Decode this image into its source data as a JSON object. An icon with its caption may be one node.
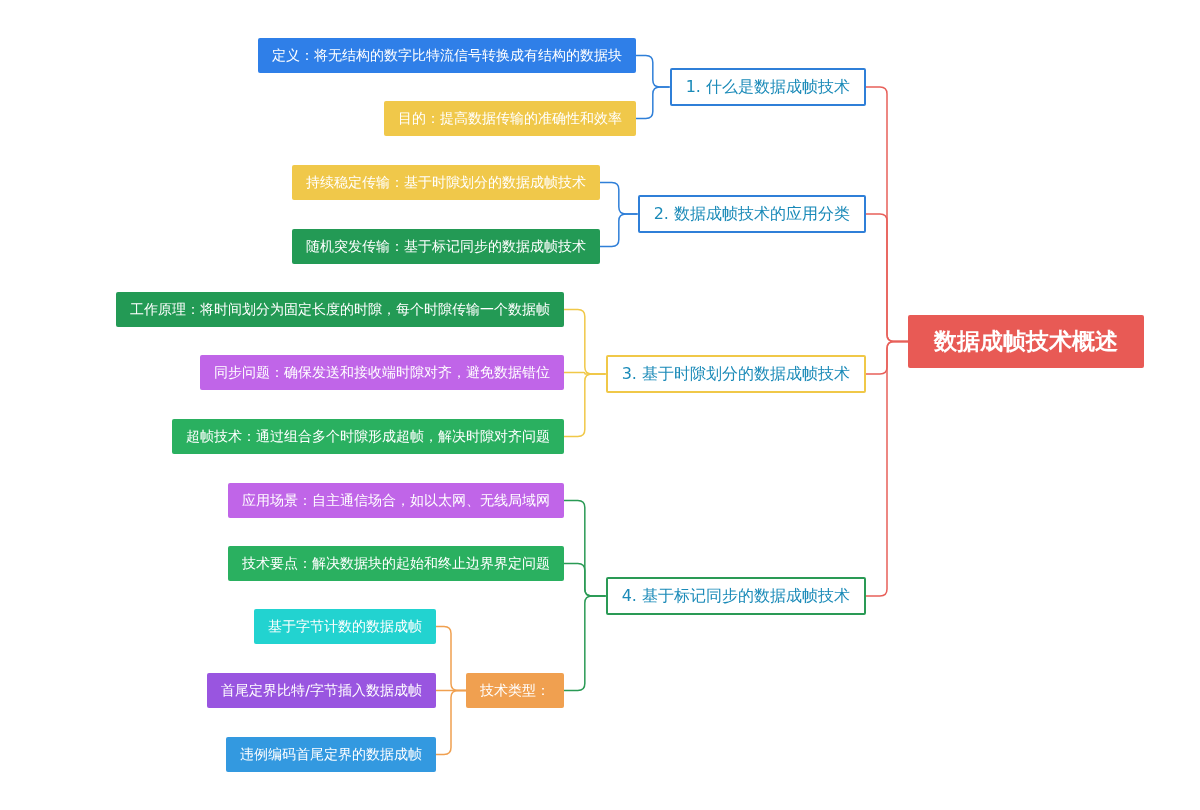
{
  "diagram": {
    "nodes": [
      {
        "text": [
          "数据成帧技术概述"
        ]
      },
      {
        "text": [
          "1. 什么是数据成帧技术"
        ]
      },
      {
        "text": [
          "定义：将无结构的数字比特流信号转换成有结构的数据块"
        ]
      },
      {
        "text": [
          "目的：提高数据传输的准确性和效率"
        ]
      },
      {
        "text": [
          "2. 数据成帧技术的应用分类"
        ]
      },
      {
        "text": [
          "持续稳定传输：基于时隙划分的数据成帧技术"
        ]
      },
      {
        "text": [
          "随机突发传输：基于标记同步的数据成帧技术"
        ]
      },
      {
        "text": [
          "3. 基于时隙划分的数据成帧技术"
        ]
      },
      {
        "text": [
          "工作原理：将时间划分为固定长度的时隙，每个时隙传输一个数据帧"
        ]
      },
      {
        "text": [
          "同步问题：确保发送和接收端时隙对齐，避免数据错位"
        ]
      },
      {
        "text": [
          "超帧技术：通过组合多个时隙形成超帧，解决时隙对齐问题"
        ]
      },
      {
        "text": [
          "4. 基于标记同步的数据成帧技术"
        ]
      },
      {
        "text": [
          "应用场景：自主通信场合，如以太网、无线局域网"
        ]
      },
      {
        "text": [
          "技术要点：解决数据块的起始和终止边界界定问题"
        ]
      },
      {
        "text": [
          "技术类型："
        ]
      },
      {
        "text": [
          "基于字节计数的数据成帧"
        ]
      },
      {
        "text": [
          "首尾定界比特/字节插入数据成帧"
        ]
      },
      {
        "text": [
          "违例编码首尾定界的数据成帧"
        ]
      }
    ],
    "edges": [
      {
        "from": 0,
        "to": 1,
        "arrow": "none",
        "color": "#e8605a"
      },
      {
        "from": 0,
        "to": 4,
        "arrow": "none",
        "color": "#e8605a"
      },
      {
        "from": 0,
        "to": 7,
        "arrow": "none",
        "color": "#e8605a"
      },
      {
        "from": 0,
        "to": 11,
        "arrow": "none",
        "color": "#e8605a"
      },
      {
        "from": 1,
        "to": 2,
        "arrow": "none",
        "color": "#2f7fd8"
      },
      {
        "from": 1,
        "to": 3,
        "arrow": "none",
        "color": "#2f7fd8"
      },
      {
        "from": 4,
        "to": 5,
        "arrow": "none",
        "color": "#2f7fd8"
      },
      {
        "from": 4,
        "to": 6,
        "arrow": "none",
        "color": "#2f7fd8"
      },
      {
        "from": 7,
        "to": 8,
        "arrow": "none",
        "color": "#f0c848"
      },
      {
        "from": 7,
        "to": 9,
        "arrow": "none",
        "color": "#f0c848"
      },
      {
        "from": 7,
        "to": 10,
        "arrow": "none",
        "color": "#f0c848"
      },
      {
        "from": 11,
        "to": 12,
        "arrow": "none",
        "color": "#2a9a55"
      },
      {
        "from": 11,
        "to": 13,
        "arrow": "none",
        "color": "#2a9a55"
      },
      {
        "from": 11,
        "to": 14,
        "arrow": "none",
        "color": "#2a9a55"
      },
      {
        "from": 14,
        "to": 15,
        "arrow": "none",
        "color": "#f0a050"
      },
      {
        "from": 14,
        "to": 16,
        "arrow": "none",
        "color": "#f0a050"
      },
      {
        "from": 14,
        "to": 17,
        "arrow": "none",
        "color": "#f0a050"
      }
    ]
  }
}
